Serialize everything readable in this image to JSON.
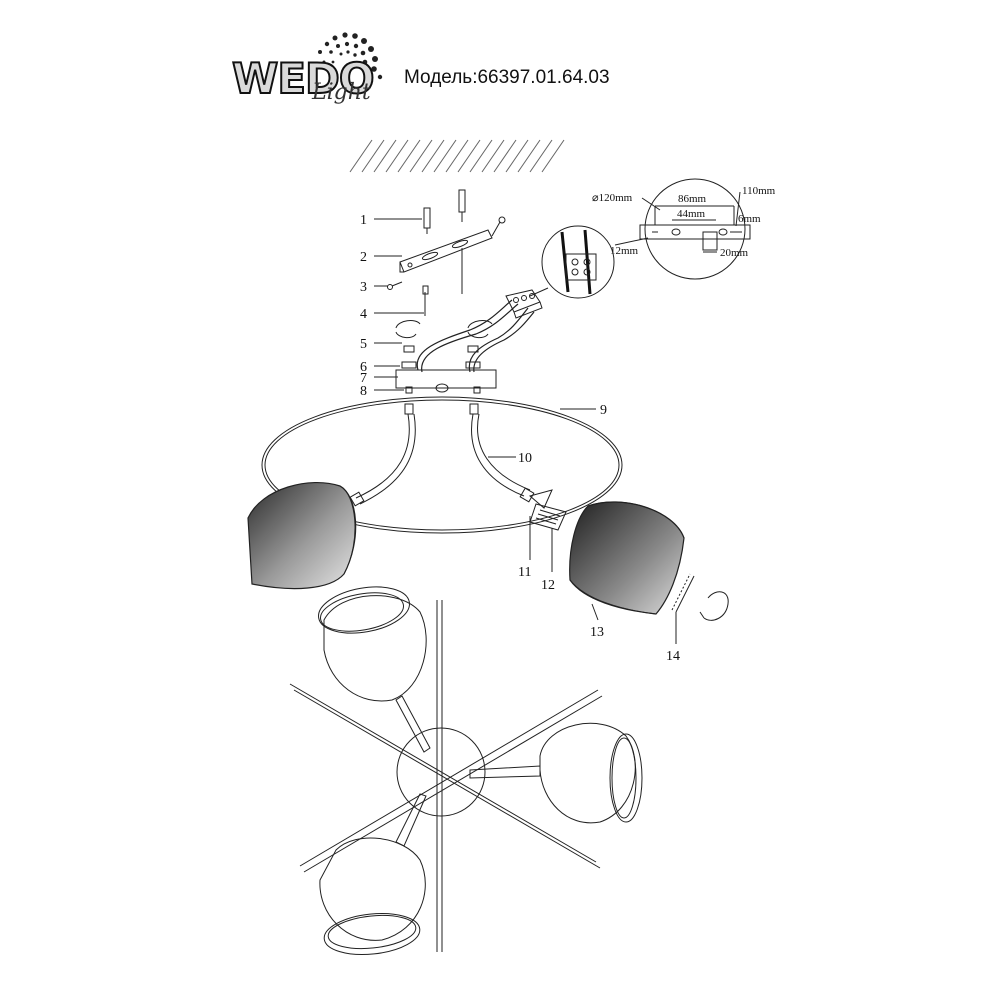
{
  "header": {
    "logo_main": "WEDO",
    "logo_sub": "Light",
    "model_label": "Модель:66397.01.64.03"
  },
  "dimensions": {
    "diameter": "⌀120mm",
    "d86": "86mm",
    "d44": "44mm",
    "d110": "110mm",
    "d6": "6mm",
    "d12": "12mm",
    "d20": "20mm"
  },
  "part_numbers": [
    "1",
    "2",
    "3",
    "4",
    "5",
    "6",
    "7",
    "8",
    "9",
    "10",
    "11",
    "12",
    "13",
    "14"
  ]
}
